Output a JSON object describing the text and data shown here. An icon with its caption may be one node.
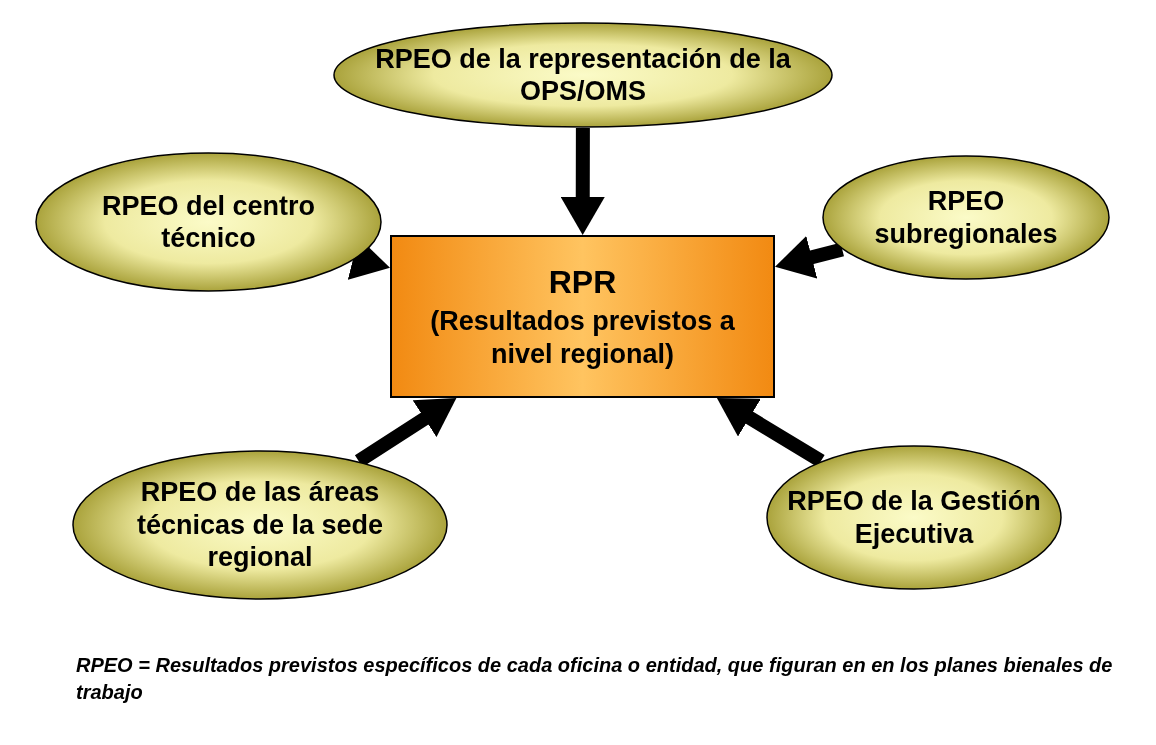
{
  "diagram": {
    "caption": "RPEO = Resultados previstos específicos de cada oficina o entidad, que figuran en en los planes bienales de trabajo",
    "nodes": [
      {
        "text": [
          "RPEO de la representación de la OPS/OMS"
        ]
      },
      {
        "text": [
          "RPEO del centro técnico"
        ]
      },
      {
        "text": [
          "RPEO subregionales"
        ]
      },
      {
        "text": [
          "RPR",
          "(Resultados previstos a nivel regional)"
        ]
      },
      {
        "text": [
          "RPEO de las áreas técnicas de la sede regional"
        ]
      },
      {
        "text": [
          "RPEO de la Gestión Ejecutiva"
        ]
      }
    ],
    "edges": [
      {
        "from": 0,
        "to": 3,
        "arrow": "to"
      },
      {
        "from": 1,
        "to": 3,
        "arrow": "to"
      },
      {
        "from": 2,
        "to": 3,
        "arrow": "to"
      },
      {
        "from": 4,
        "to": 3,
        "arrow": "to"
      },
      {
        "from": 5,
        "to": 3,
        "arrow": "to"
      }
    ]
  }
}
